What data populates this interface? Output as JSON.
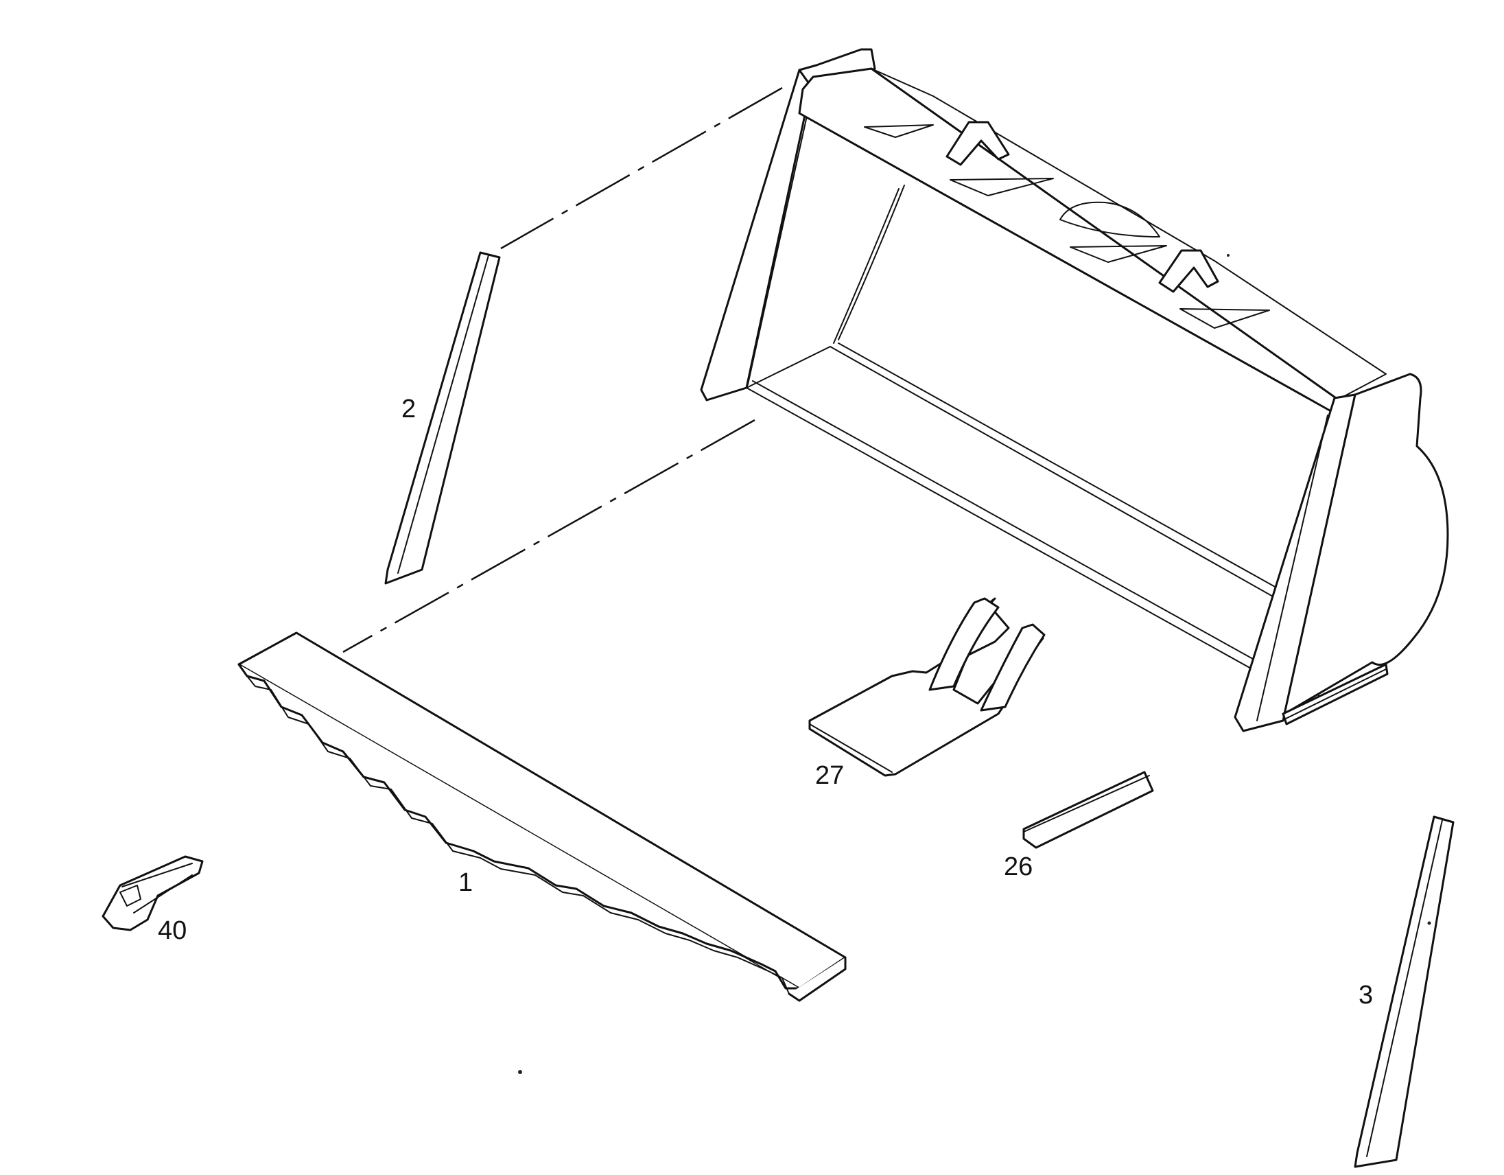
{
  "diagram": {
    "callouts": {
      "cutting_edge": "1",
      "side_edge_left": "2",
      "side_edge_right": "3",
      "wear_plate": "26",
      "skid_plate": "27",
      "tooth": "40"
    },
    "colors": {
      "line": "#111111",
      "background": "#ffffff"
    }
  }
}
